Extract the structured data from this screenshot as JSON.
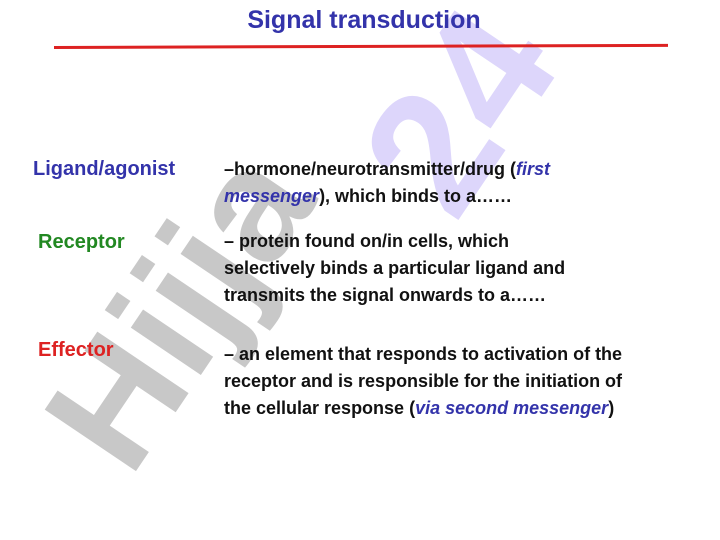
{
  "title": "Signal transduction",
  "colors": {
    "title": "#3333aa",
    "rule": "#dd2222",
    "ligand_term": "#3333aa",
    "receptor_term": "#228822",
    "effector_term": "#dd2222",
    "emphasis": "#3333aa",
    "watermark_letters": "#c8c8c8",
    "watermark_digits": "#ddd6fb"
  },
  "watermark": {
    "letters": "Hijja",
    "digits": "24"
  },
  "terms": {
    "ligand": {
      "label": "Ligand/agonist",
      "def_1": "–hormone/neurotransmitter/drug (",
      "def_em": "first messenger",
      "def_2": "), which binds to a……"
    },
    "receptor": {
      "label": "Receptor",
      "def_line_1": "– protein found on/in cells, which",
      "def_line_2": "selectively binds a particular ligand and",
      "def_line_3": "transmits the signal onwards to a……"
    },
    "effector": {
      "label": "Effector",
      "def_line_1": "– an element that responds to activation of the",
      "def_line_2": "receptor and is responsible for the initiation of",
      "def_3": "the cellular response (",
      "def_em": "via second messenger",
      "def_4": ")"
    }
  }
}
